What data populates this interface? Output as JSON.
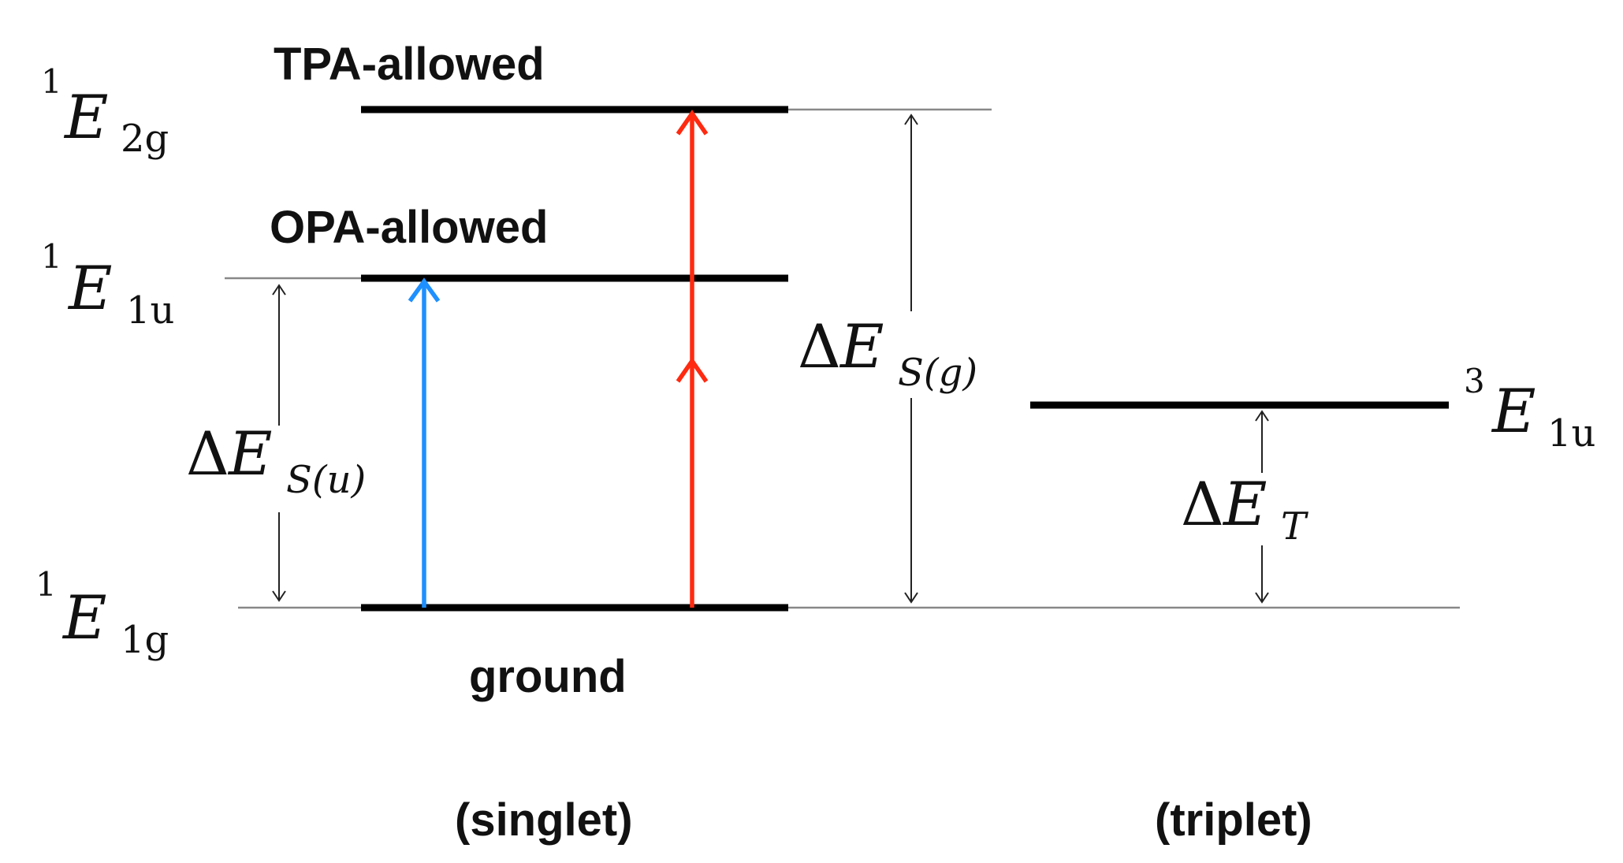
{
  "labels": {
    "tpa": "TPA-allowed",
    "opa": "OPA-allowed",
    "ground": "ground",
    "singlet": "(singlet)",
    "triplet": "(triplet)"
  },
  "states": {
    "e2g": {
      "sup": "1",
      "base": "E",
      "sub": "2g"
    },
    "e1u_singlet": {
      "sup": "1",
      "base": "E",
      "sub": "1u"
    },
    "e1g": {
      "sup": "1",
      "base": "E",
      "sub": "1g"
    },
    "e1u_triplet": {
      "sup": "3",
      "base": "E",
      "sub": "1u"
    }
  },
  "gaps": {
    "su": {
      "delta": "Δ",
      "base": "E",
      "sub": "S(u)"
    },
    "sg": {
      "delta": "Δ",
      "base": "E",
      "sub": "S(g)"
    },
    "t": {
      "delta": "Δ",
      "base": "E",
      "sub": "T"
    }
  },
  "colors": {
    "opa_arrow": "#1e90ff",
    "tpa_arrow": "#ff2a10",
    "level": "#000000",
    "guide": "#888888",
    "gap_arrow": "#222222"
  }
}
